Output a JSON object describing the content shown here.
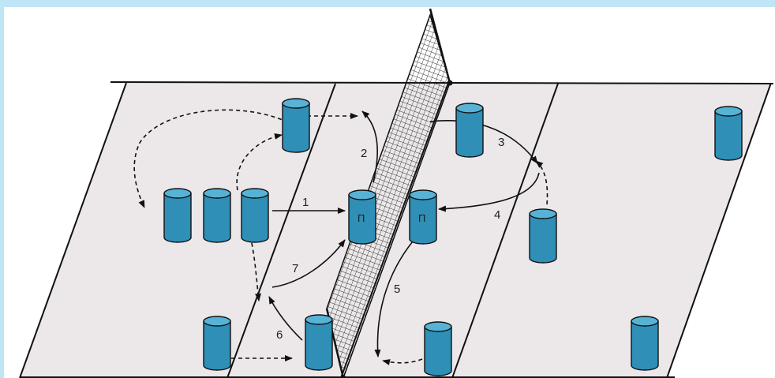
{
  "diagram": {
    "colors": {
      "page_border": "#bfe6f7",
      "court": "#ece8ea",
      "player_body": "#2f8fb7",
      "player_top": "#56b3d6",
      "line": "#111111"
    },
    "move_labels": [
      "1",
      "2",
      "3",
      "4",
      "5",
      "6",
      "7"
    ],
    "player_marks": [
      "П",
      "П"
    ]
  }
}
